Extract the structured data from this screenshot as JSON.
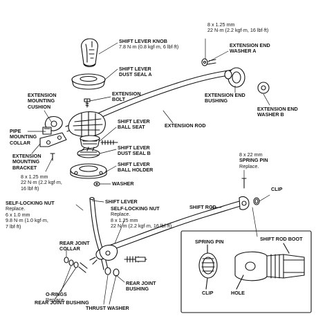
{
  "labels": {
    "knob": {
      "line1": "SHIFT LEVER KNOB",
      "line2": "7.8 N·m (0.8 kgf·m, 6 lbf·ft)"
    },
    "dust_seal_a": {
      "line1": "SHIFT LEVER",
      "line2": "DUST SEAL A"
    },
    "ext_bolt": {
      "line1": "EXTENSION",
      "line2": "BOLT"
    },
    "ext_cushion": {
      "line1": "EXTENSION",
      "line2": "MOUNTING",
      "line3": "CUSHION"
    },
    "pipe_collar": {
      "line1": "PIPE",
      "line2": "MOUNTING",
      "line3": "COLLAR"
    },
    "ext_bracket": {
      "line1": "EXTENSION",
      "line2": "MOUNTING",
      "line3": "BRACKET"
    },
    "ball_seat": {
      "line1": "SHIFT LEVER",
      "line2": "BALL SEAT"
    },
    "dust_seal_b": {
      "line1": "SHIFT LEVER",
      "line2": "DUST SEAL B"
    },
    "ball_holder": {
      "line1": "SHIFT LEVER",
      "line2": "BALL HOLDER"
    },
    "washer": "WASHER",
    "torque_left": {
      "line1": "8 x 1.25 mm",
      "line2": "22 N·m (2.2 kgf·m,",
      "line3": "16 lbf·ft)"
    },
    "torque_top": {
      "line1": "8 x 1.25 mm",
      "line2": "22 N·m (2.2 kgf·m, 16 lbf·ft)"
    },
    "ext_end_washer_a": {
      "line1": "EXTENSION END",
      "line2": "WASHER A"
    },
    "ext_end_bushing": {
      "line1": "EXTENSION END",
      "line2": "BUSHING"
    },
    "ext_end_washer_b": {
      "line1": "EXTENSION END",
      "line2": "WASHER B"
    },
    "ext_rod": "EXTENSION ROD",
    "spring_pin_top": {
      "line1": "8 x 22 mm",
      "line2": "SPRING PIN",
      "line3": "Replace."
    },
    "clip": "CLIP",
    "shift_rod": "SHIFT ROD",
    "shift_lever": "SHIFT LEVER",
    "self_lock_left": {
      "line1": "SELF-LOCKING NUT",
      "line2": "Replace.",
      "line3": "6 x 1.0 mm",
      "line4": "9.8 N·m (1.0 kgf·m,",
      "line5": "7 lbf·ft)"
    },
    "self_lock_mid": {
      "line1": "SELF-LOCKING NUT",
      "line2": "Replace.",
      "line3": "8 x 1.25 mm",
      "line4": "22 N·m (2.2 kgf·m, 16 lbf·ft)"
    },
    "rear_joint_collar": {
      "line1": "REAR JOINT",
      "line2": "COLLAR"
    },
    "o_rings": {
      "line1": "O-RINGS",
      "line2": "Replace."
    },
    "rear_joint_bushing_left": "REAR JOINT BUSHING",
    "rear_joint_bushing_right": {
      "line1": "REAR JOINT",
      "line2": "BUSHING"
    },
    "thrust_washer": "THRUST WASHER",
    "inset_spring_pin": "SPRING PIN",
    "inset_boot": "SHIFT ROD BOOT",
    "inset_clip": "CLIP",
    "inset_hole": "HOLE"
  },
  "colors": {
    "ink": "#111111",
    "paper": "#ffffff"
  }
}
